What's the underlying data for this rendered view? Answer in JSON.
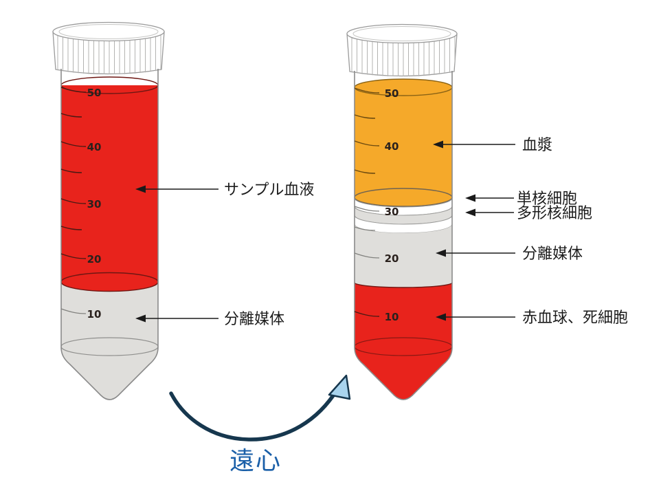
{
  "diagram": {
    "caption": "遠心",
    "caption_color": "#1a5fa8",
    "arrow_color": "#16374e",
    "arrowhead_color": "#a9d4ee"
  },
  "colors": {
    "blood_red": "#e8231c",
    "plasma_orange": "#f5a92a",
    "medium_gray": "#dfdedb",
    "layer_white": "#ffffff"
  },
  "left_tube": {
    "graduations": [
      "50",
      "40",
      "30",
      "20",
      "10"
    ],
    "layers": [
      {
        "label": "サンプル血液",
        "color": "#e8231c"
      },
      {
        "label": "分離媒体",
        "color": "#dfdedb"
      }
    ]
  },
  "right_tube": {
    "graduations": [
      "50",
      "40",
      "30",
      "20",
      "10"
    ],
    "layers": [
      {
        "label": "血漿",
        "color": "#f5a92a"
      },
      {
        "label": "単核細胞",
        "color": "#ffffff"
      },
      {
        "label": "多形核細胞",
        "color": "#ffffff"
      },
      {
        "label": "分離媒体",
        "color": "#dfdedb"
      },
      {
        "label": "赤血球、死細胞",
        "color": "#e8231c"
      }
    ]
  }
}
